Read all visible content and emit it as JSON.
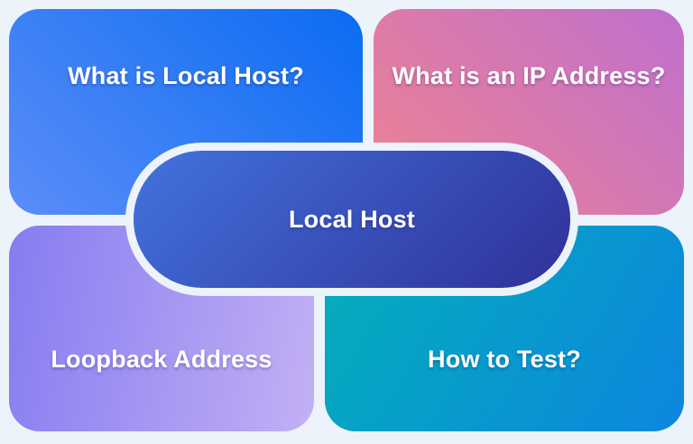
{
  "background_color": "#edf3fb",
  "text_color": "#ffffff",
  "center_node": {
    "label": "Local Host",
    "gradient": {
      "direction": "135deg",
      "from": "#4273dc",
      "to": "#30309a"
    },
    "ring_color": "#edf3fb"
  },
  "nodes": [
    {
      "id": "what-is-local-host",
      "label": "What is Local Host?",
      "position": "top-left",
      "gradient": {
        "direction": "225deg",
        "from": "#0a6cf2",
        "to": "#5b8df8"
      }
    },
    {
      "id": "what-is-an-ip-address",
      "label": "What is an IP Address?",
      "position": "top-right",
      "gradient": {
        "direction": "45deg",
        "from": "#ee8390",
        "to": "#c06fce"
      }
    },
    {
      "id": "loopback-address",
      "label": "Loopback Address",
      "position": "bottom-left",
      "gradient": {
        "direction": "100deg",
        "from": "#867cf1",
        "to": "#c3b0f4"
      }
    },
    {
      "id": "how-to-test",
      "label": "How to Test?",
      "position": "bottom-right",
      "gradient": {
        "direction": "120deg",
        "from": "#04afba",
        "to": "#0c86de"
      }
    }
  ]
}
